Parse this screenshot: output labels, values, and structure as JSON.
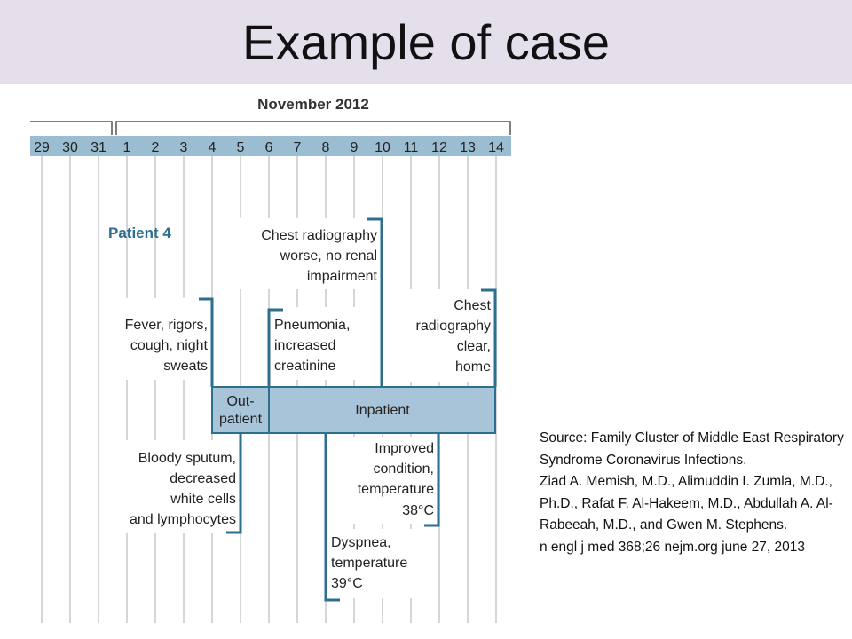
{
  "slide": {
    "title": "Example of case"
  },
  "timeline": {
    "month_label": "November 2012",
    "days": [
      "29",
      "30",
      "31",
      "1",
      "2",
      "3",
      "4",
      "5",
      "6",
      "7",
      "8",
      "9",
      "10",
      "11",
      "12",
      "13",
      "14"
    ],
    "patient_label": "Patient 4",
    "stays": {
      "outpatient_line1": "Out-",
      "outpatient_line2": "patient",
      "inpatient": "Inpatient"
    },
    "events_above": {
      "chest_worse": [
        "Chest radiography",
        "worse, no renal",
        "impairment"
      ],
      "fever": [
        "Fever, rigors,",
        "cough, night",
        "sweats"
      ],
      "pneumonia": [
        "Pneumonia,",
        "increased",
        "creatinine"
      ],
      "chest_clear": [
        "Chest",
        "radiography",
        "clear,",
        "home"
      ]
    },
    "events_below": {
      "bloody_sputum": [
        "Bloody sputum,",
        "decreased",
        "white cells",
        "and lymphocytes"
      ],
      "improved": [
        "Improved",
        "condition,",
        "temperature",
        "38°C"
      ],
      "dyspnea": [
        "Dyspnea,",
        "temperature",
        "39°C"
      ]
    },
    "colors": {
      "accent": "#2e6e8e",
      "header_band": "#9bbdd2",
      "stay_fill": "#a8c4d8",
      "gridline": "#c8c8c8"
    }
  },
  "source": {
    "line1": "Source: Family Cluster of Middle East Respiratory Syndrome Coronavirus Infections.",
    "line2": "Ziad A. Memish, M.D., Alimuddin I. Zumla, M.D., Ph.D., Rafat F. Al-Hakeem, M.D., Abdullah A. Al-Rabeeah, M.D., and Gwen M. Stephens.",
    "line3": "n engl j med 368;26 nejm.org june 27, 2013"
  }
}
